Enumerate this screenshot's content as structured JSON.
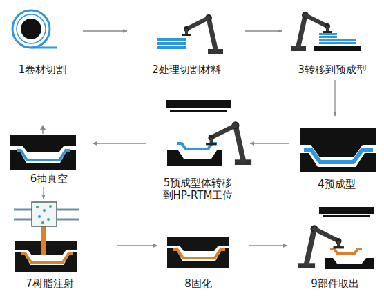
{
  "diagram": {
    "nodes": [
      {
        "text": [
          "1卷材切割"
        ]
      },
      {
        "text": [
          "2处理切割材料"
        ]
      },
      {
        "text": [
          "3转移到预成型"
        ]
      },
      {
        "text": [
          "4预成型"
        ]
      },
      {
        "text": [
          "5预成型体转移 到HP-RTM工位"
        ]
      },
      {
        "text": [
          "6抽真空"
        ]
      },
      {
        "text": [
          "7树脂注射"
        ]
      },
      {
        "text": [
          "8固化"
        ]
      },
      {
        "text": [
          "9部件取出"
        ]
      }
    ],
    "edges": [
      {
        "from": 0,
        "to": 1,
        "arrow": "to"
      },
      {
        "from": 1,
        "to": 2,
        "arrow": "to"
      },
      {
        "from": 2,
        "to": 3,
        "arrow": "to"
      },
      {
        "from": 3,
        "to": 4,
        "arrow": "to"
      },
      {
        "from": 4,
        "to": 5,
        "arrow": "to"
      },
      {
        "from": 5,
        "to": 6,
        "arrow": "to"
      },
      {
        "from": 6,
        "to": 7,
        "arrow": "to"
      },
      {
        "from": 7,
        "to": 8,
        "arrow": "to"
      }
    ]
  }
}
